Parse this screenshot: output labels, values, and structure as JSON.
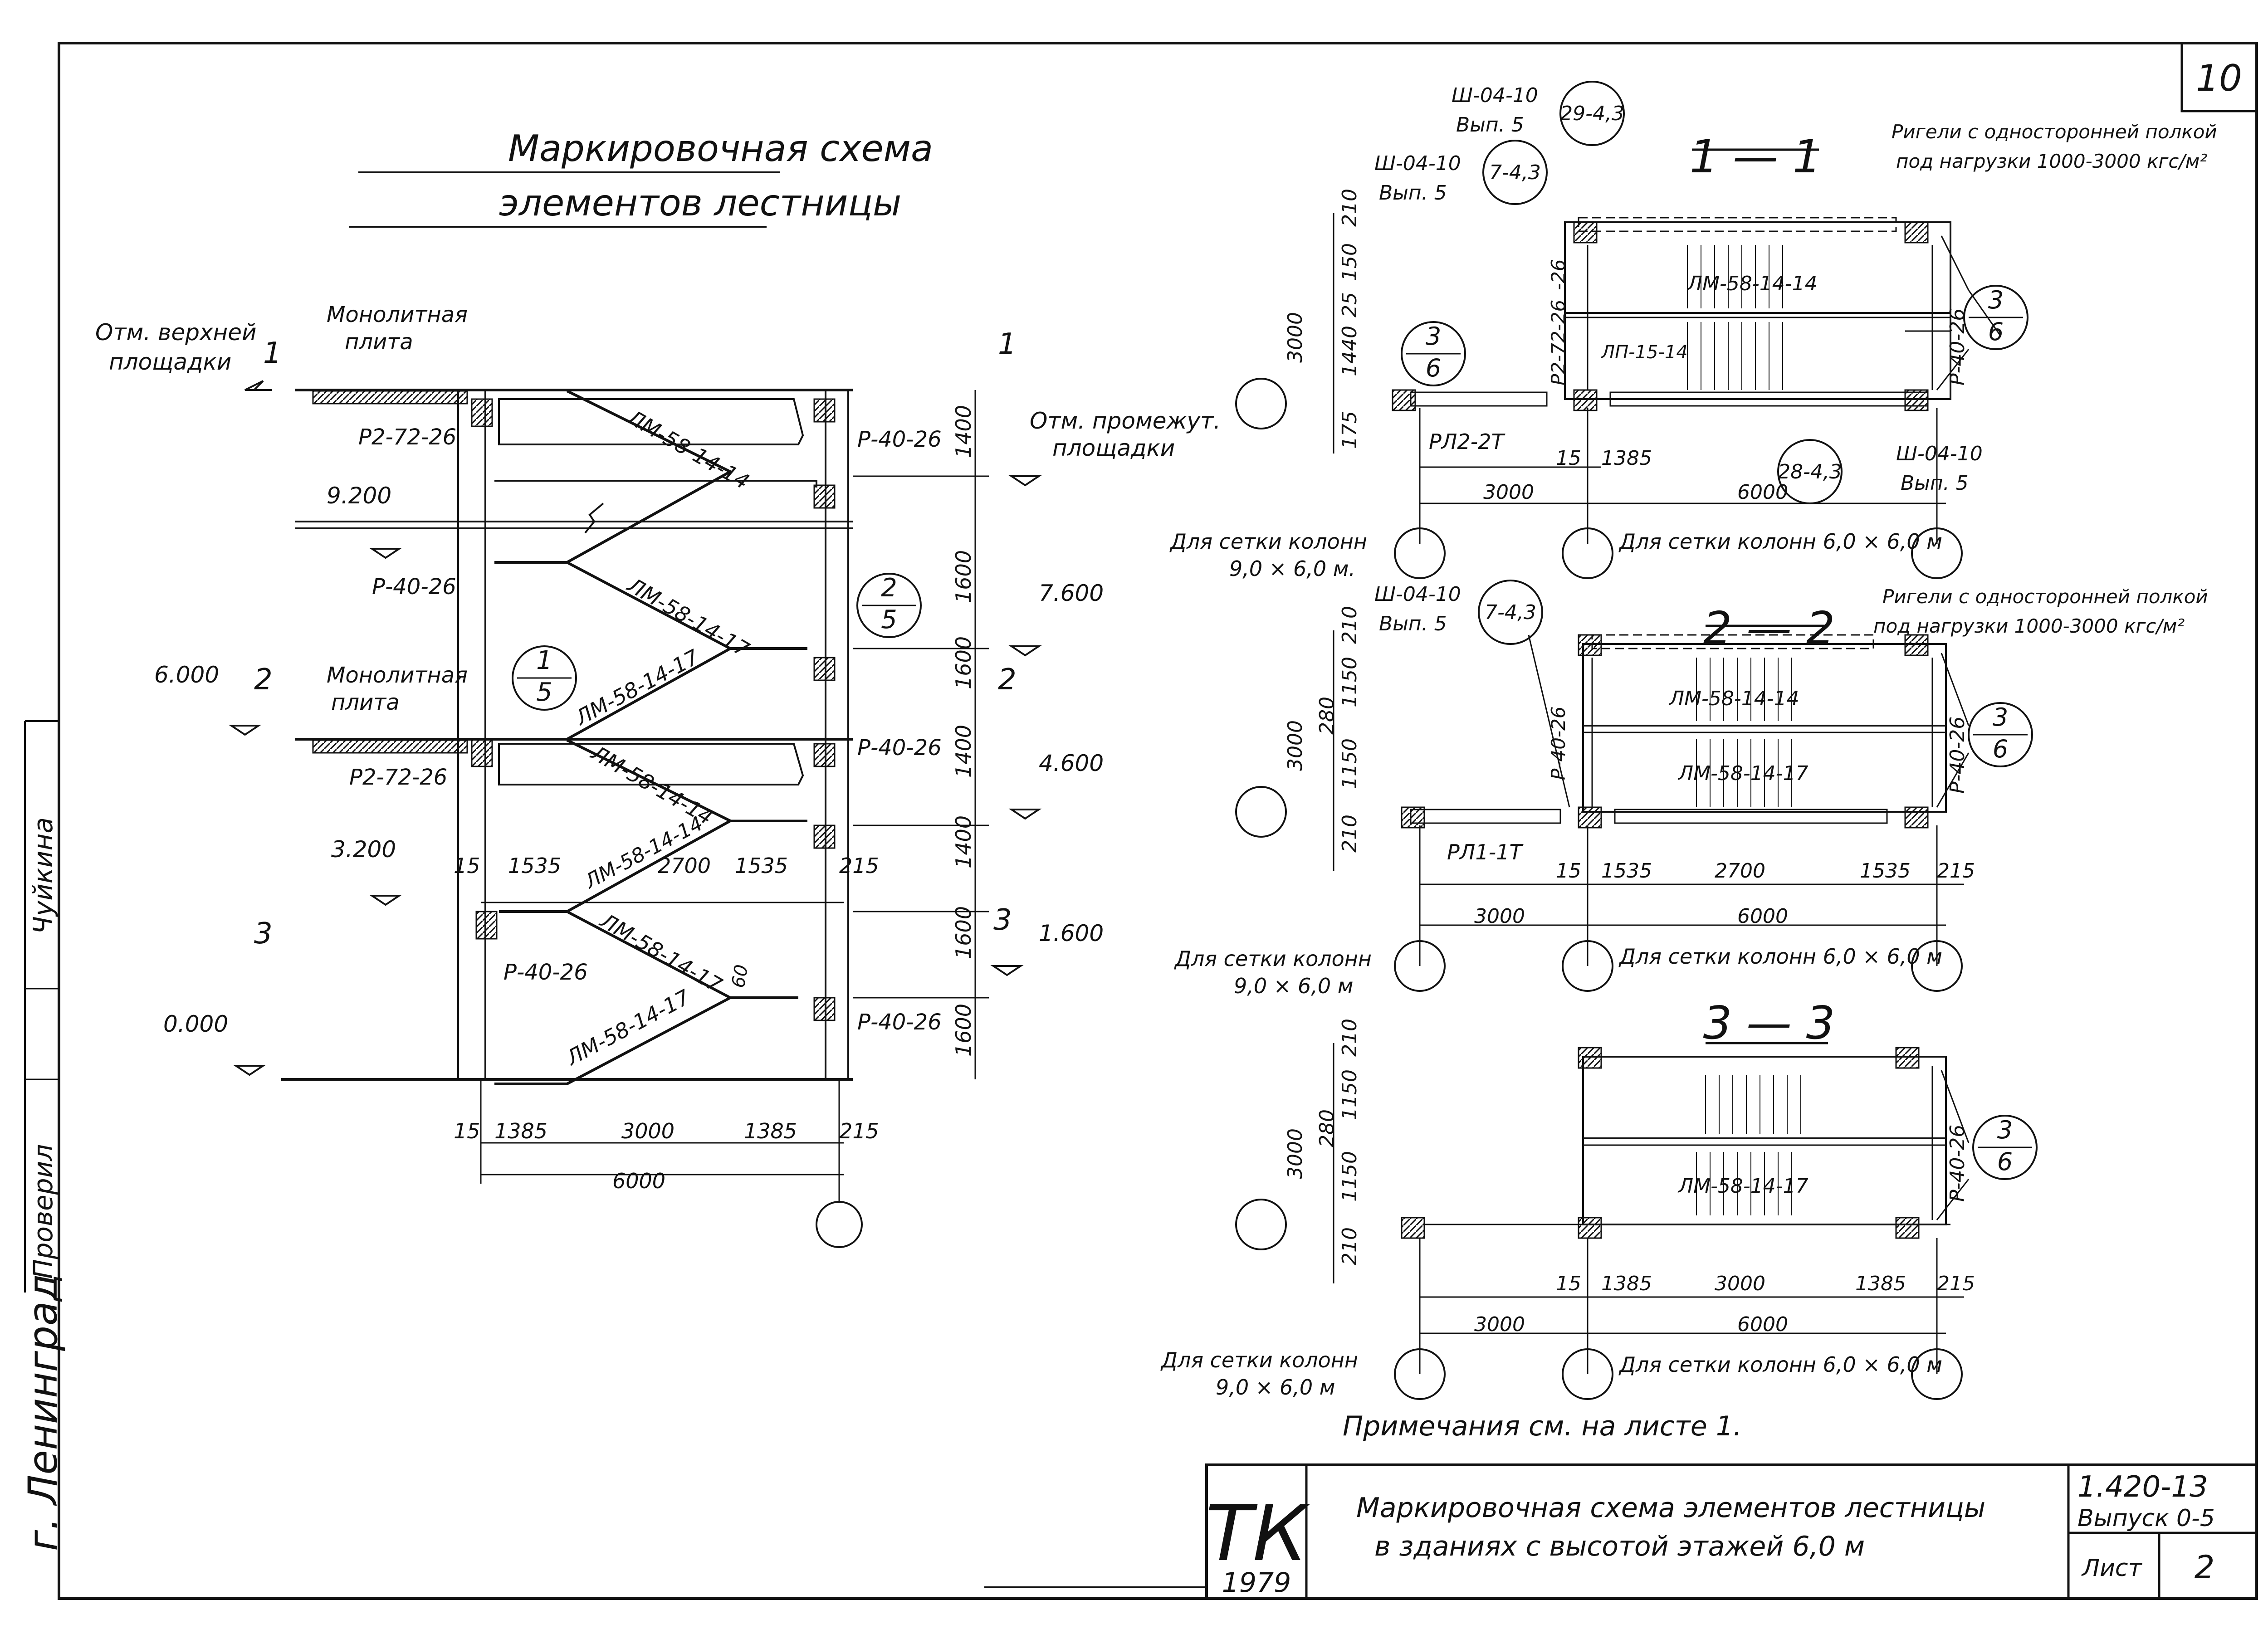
{
  "sheet_number": "10",
  "main_title": {
    "line1": "Маркировочная схема",
    "line2": "элементов лестницы"
  },
  "city_label": "г. Ленинград",
  "stamp": {
    "checked_label": "Проверил",
    "checker_name": "Чуйкина"
  },
  "elevation": {
    "top_landing_label": [
      "Отм. верхней",
      "площадки"
    ],
    "mid_landing_label": [
      "Отм. промежут.",
      "площадки"
    ],
    "monolithic_slab_label": [
      "Монолитная",
      "плита"
    ],
    "levels": [
      "9.200",
      "7.600",
      "6.000",
      "4.600",
      "3.200",
      "1.600",
      "0.000"
    ],
    "elements": {
      "ledge_r2_72": "Р2-72-26",
      "beam_r40": "Р-40-26",
      "flight_14": "ЛМ-58-14-14",
      "flight_17": "ЛМ-58-14-17",
      "flight_17b": "ЛМ-58-14-17"
    },
    "callouts": [
      {
        "top": "2",
        "bottom": "5"
      },
      {
        "top": "1",
        "bottom": "5"
      }
    ],
    "section_markers": [
      "1",
      "2",
      "3"
    ],
    "vertical_dims": [
      "1400",
      "1600",
      "1600",
      "1400",
      "1400",
      "1600",
      "1600"
    ],
    "horizontal_dims_mid": [
      "15",
      "1535",
      "2700",
      "1535",
      "215"
    ],
    "horizontal_dims_bottom": [
      "15",
      "1385",
      "3000",
      "1385",
      "215"
    ],
    "total_dim": "6000",
    "small_dim": "60"
  },
  "plan_1_1": {
    "title": "1 — 1",
    "beam_note": [
      "Ригели с односторонней полкой",
      "под нагрузки 1000-3000 кгс/м²"
    ],
    "refs": [
      {
        "code": "Ш-04-10",
        "vyp": "Вып. 5",
        "circle": "29-4,3"
      },
      {
        "code": "Ш-04-10",
        "vyp": "Вып. 5",
        "circle": "7-4,3"
      },
      {
        "code": "Ш-04-10",
        "vyp": "Вып. 5",
        "circle": "28-4,3"
      }
    ],
    "callout": {
      "top": "3",
      "bottom": "6"
    },
    "elements": {
      "flight": "ЛМ-58-14-14",
      "landing": "ЛП-15-14",
      "ledge": "Р2-72-26",
      "beam_left": "РЛ2-2Т",
      "beam_right": "Р-40-26"
    },
    "side_dims": [
      "3000",
      "210",
      "150",
      "25",
      "1440",
      "175"
    ],
    "bottom_dims": [
      "15",
      "1385"
    ],
    "axis_dims": [
      "3000",
      "6000"
    ],
    "grid_note_left": [
      "Для сетки колонн",
      "9,0 × 6,0 м."
    ],
    "grid_note_right": "Для сетки колонн 6,0 × 6,0 м",
    "small_dim": "-26"
  },
  "plan_2_2": {
    "title": "2 — 2",
    "beam_note": [
      "Ригели с односторонней полкой",
      "под нагрузки 1000-3000 кгс/м²"
    ],
    "ref": {
      "code": "Ш-04-10",
      "vyp": "Вып. 5",
      "circle": "7-4,3"
    },
    "callout": {
      "top": "3",
      "bottom": "6"
    },
    "elements": {
      "flight_a": "ЛМ-58-14-14",
      "flight_b": "ЛМ-58-14-17",
      "beam_left": "Р-40-26",
      "beam_right": "Р-40-26",
      "beam_bottom": "РЛ1-1Т"
    },
    "side_dims": [
      "3000",
      "210",
      "1150",
      "280",
      "1150",
      "210"
    ],
    "bottom_dims": [
      "15",
      "1535",
      "2700",
      "1535",
      "215"
    ],
    "axis_dims": [
      "3000",
      "6000"
    ],
    "grid_note_left": [
      "Для сетки колонн",
      "9,0 × 6,0 м"
    ],
    "grid_note_right": "Для сетки колонн 6,0 × 6,0 м"
  },
  "plan_3_3": {
    "title": "3 — 3",
    "callout": {
      "top": "3",
      "bottom": "6"
    },
    "elements": {
      "flight": "ЛМ-58-14-17",
      "beam_right": "Р-40-26"
    },
    "side_dims": [
      "3000",
      "210",
      "1150",
      "280",
      "1150",
      "210"
    ],
    "bottom_dims": [
      "15",
      "1385",
      "3000",
      "1385",
      "215"
    ],
    "axis_dims": [
      "3000",
      "6000"
    ],
    "grid_note_left": [
      "Для сетки колонн",
      "9,0 × 6,0 м"
    ],
    "grid_note_right": "Для сетки колонн 6,0 × 6,0 м"
  },
  "notes": "Примечания см. на листе 1.",
  "title_block": {
    "org": "ТК",
    "year": "1979",
    "desc_line1": "Маркировочная схема элементов лестницы",
    "desc_line2": "в зданиях с высотой этажей 6,0 м",
    "series": "1.420-13",
    "issue": "Выпуск 0-5",
    "sheet_label": "Лист",
    "sheet": "2"
  }
}
